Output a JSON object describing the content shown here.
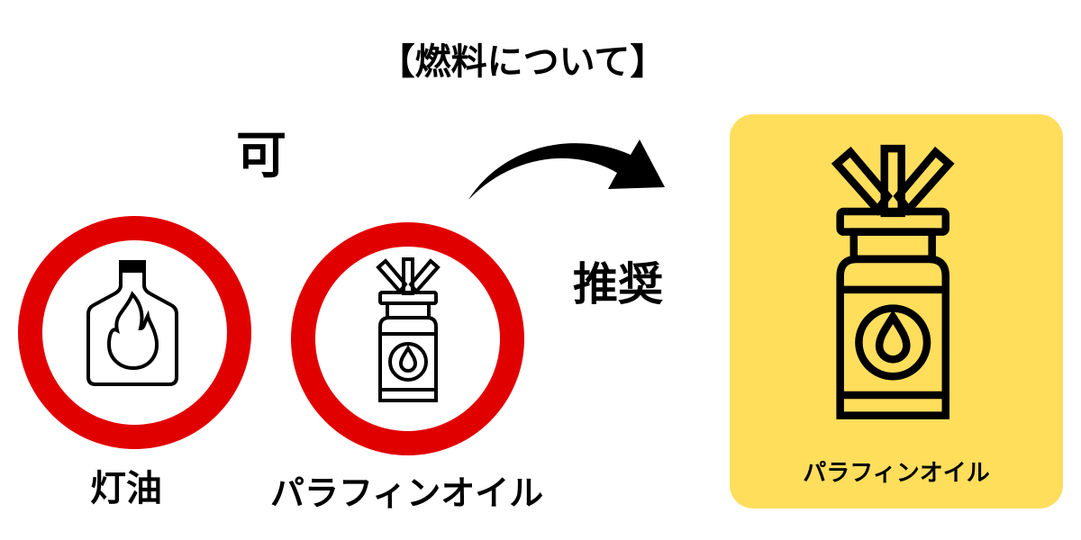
{
  "title": "【燃料について】",
  "allowed_label": "可",
  "recommended_label": "推奨",
  "options": [
    {
      "label": "灯油",
      "icon": "kerosene-bottle-flame-icon"
    },
    {
      "label": "パラフィンオイル",
      "icon": "paraffin-oil-bottle-icon"
    }
  ],
  "recommended": {
    "label": "パラフィンオイル",
    "icon": "paraffin-oil-bottle-icon"
  },
  "colors": {
    "ring": "#e10000",
    "recommended_bg": "#ffde5c"
  }
}
